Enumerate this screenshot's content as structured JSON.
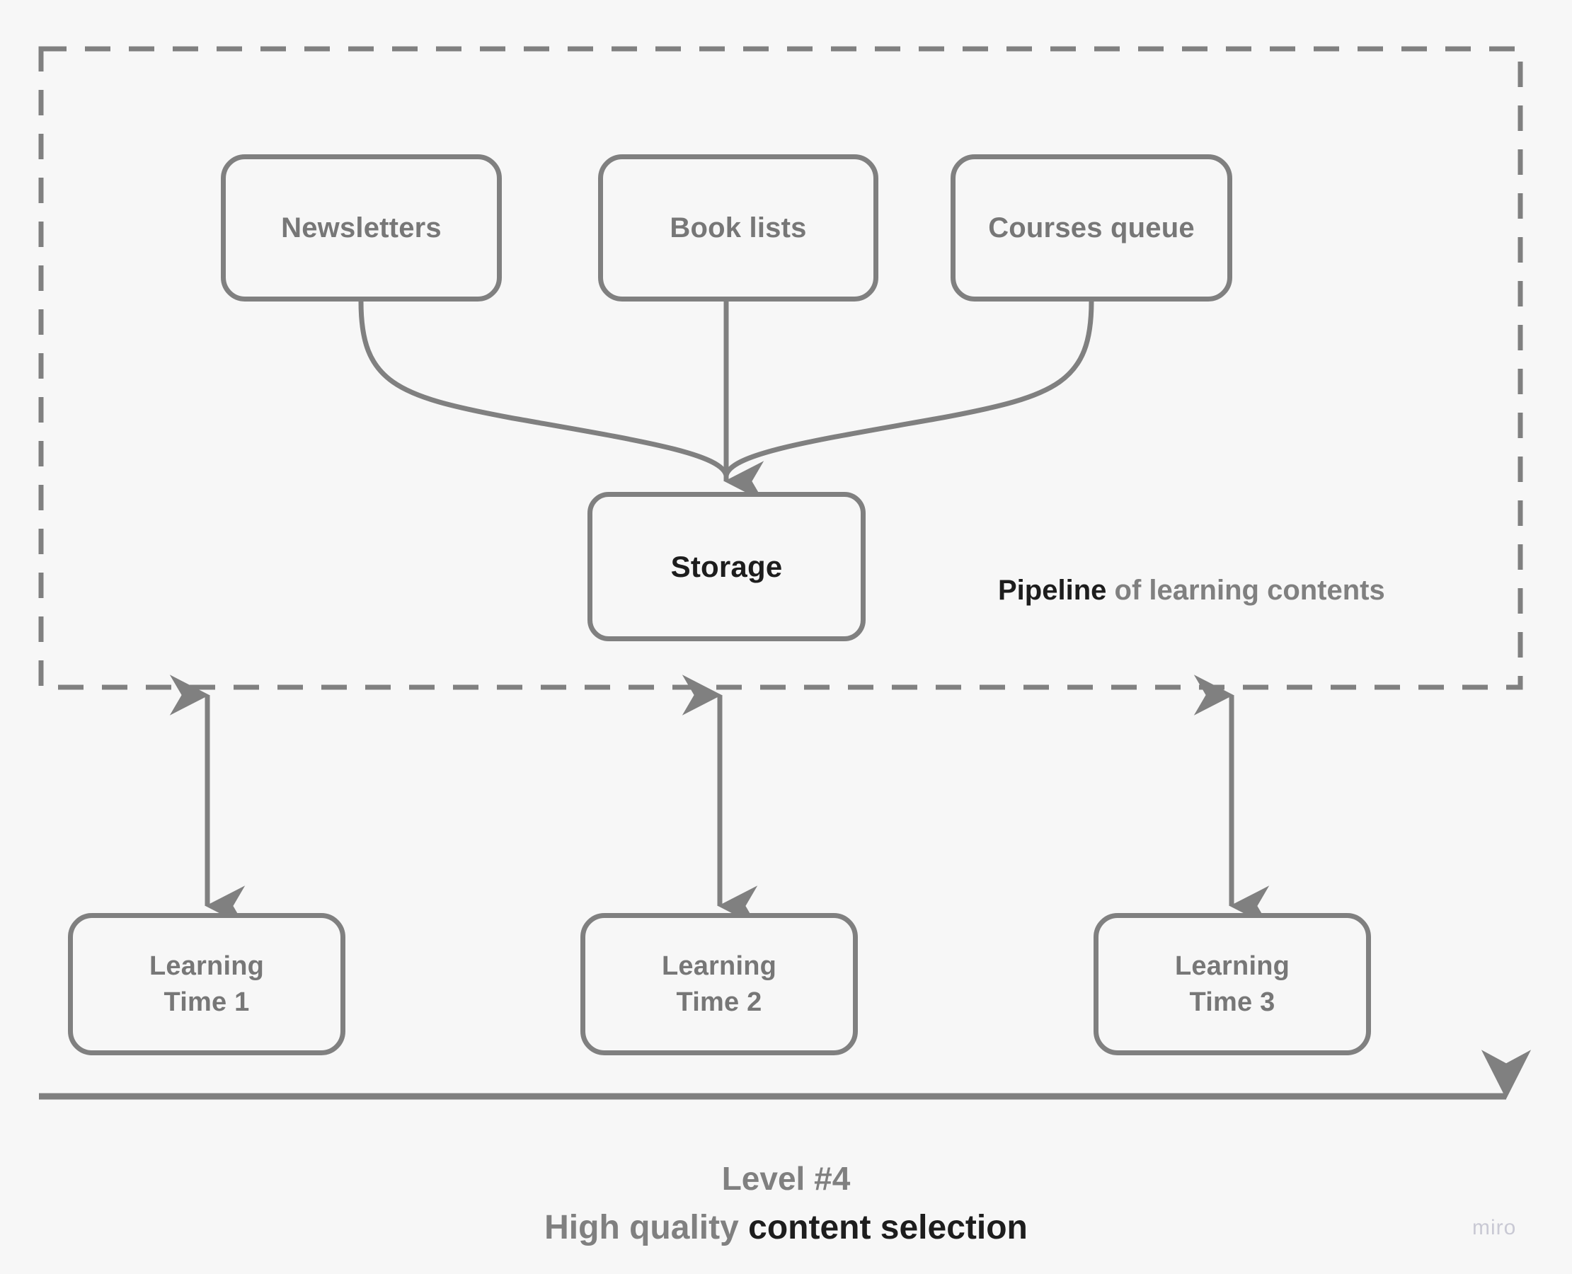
{
  "canvas": {
    "background_color": "#f7f7f7",
    "stroke_color": "#808080",
    "muted_text_color": "#777777",
    "strong_text_color": "#1d1d1d"
  },
  "pipeline_group": {
    "border_style": "dashed",
    "caption": {
      "strong": "Pipeline",
      "rest": " of learning contents"
    }
  },
  "sources": [
    {
      "id": "newsletters",
      "label": "Newsletters"
    },
    {
      "id": "book-lists",
      "label": "Book lists"
    },
    {
      "id": "courses-queue",
      "label": "Courses queue"
    }
  ],
  "storage": {
    "label": "Storage"
  },
  "learning_times": [
    {
      "id": "learning-time-1",
      "label": "Learning\nTime 1"
    },
    {
      "id": "learning-time-2",
      "label": "Learning\nTime 2"
    },
    {
      "id": "learning-time-3",
      "label": "Learning\nTime 3"
    }
  ],
  "footer": {
    "level": "Level #4",
    "subtitle_muted": "High quality ",
    "subtitle_strong": "content selection"
  },
  "watermark": {
    "label": "miro"
  },
  "icons": {
    "timeline_arrow": "arrow-right-icon",
    "merge_arrow": "arrow-down-icon",
    "link_arrow": "arrow-up-down-icon"
  }
}
